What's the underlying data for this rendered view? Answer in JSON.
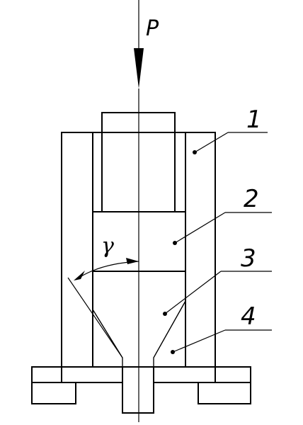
{
  "force_label": "P",
  "angle_label": "γ",
  "parts": [
    {
      "label": "1"
    },
    {
      "label": "2"
    },
    {
      "label": "3"
    },
    {
      "label": "4"
    }
  ]
}
